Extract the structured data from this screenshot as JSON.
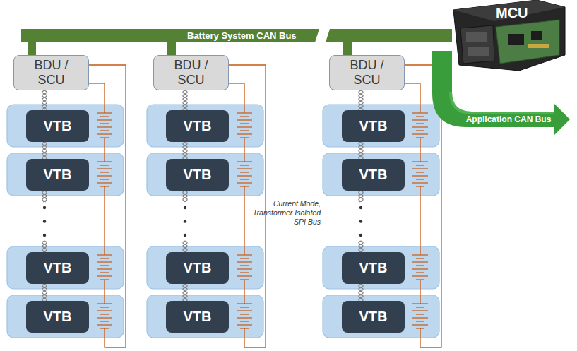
{
  "diagram": {
    "nodes": [
      {
        "text": [
          "Battery System CAN Bus"
        ]
      },
      {
        "text": [
          "MCU"
        ]
      },
      {
        "text": [
          "BDU / SCU"
        ]
      },
      {
        "text": [
          "VTB"
        ]
      },
      {
        "text": [
          "VTB"
        ]
      },
      {
        "text": [
          "VTB"
        ]
      },
      {
        "text": [
          "VTB"
        ]
      },
      {
        "text": [
          "BDU / SCU"
        ]
      },
      {
        "text": [
          "VTB"
        ]
      },
      {
        "text": [
          "VTB"
        ]
      },
      {
        "text": [
          "VTB"
        ]
      },
      {
        "text": [
          "VTB"
        ]
      },
      {
        "text": [
          "BDU / SCU"
        ]
      },
      {
        "text": [
          "VTB"
        ]
      },
      {
        "text": [
          "VTB"
        ]
      },
      {
        "text": [
          "VTB"
        ]
      },
      {
        "text": [
          "VTB"
        ]
      }
    ],
    "edges": [
      {
        "from": 0,
        "to": 1,
        "arrow": "none"
      },
      {
        "from": 0,
        "to": 2,
        "arrow": "none"
      },
      {
        "from": 0,
        "to": 7,
        "arrow": "none"
      },
      {
        "from": 0,
        "to": 12,
        "arrow": "none"
      },
      {
        "from": 2,
        "to": 3,
        "arrow": "none"
      },
      {
        "from": 3,
        "to": 4,
        "arrow": "none"
      },
      {
        "from": 4,
        "to": 5,
        "arrow": "none"
      },
      {
        "from": 5,
        "to": 6,
        "arrow": "none"
      },
      {
        "from": 7,
        "to": 8,
        "arrow": "none"
      },
      {
        "from": 8,
        "to": 9,
        "arrow": "none"
      },
      {
        "from": 9,
        "to": 10,
        "arrow": "none"
      },
      {
        "from": 10,
        "to": 11,
        "arrow": "none"
      },
      {
        "from": 12,
        "to": 13,
        "arrow": "none"
      },
      {
        "from": 13,
        "to": 14,
        "arrow": "none"
      },
      {
        "from": 14,
        "to": 15,
        "arrow": "none"
      },
      {
        "from": 15,
        "to": 16,
        "arrow": "none"
      }
    ],
    "labels": [
      "Current Mode, Transformer Isolated SPI Bus",
      "Application CAN Bus"
    ]
  }
}
